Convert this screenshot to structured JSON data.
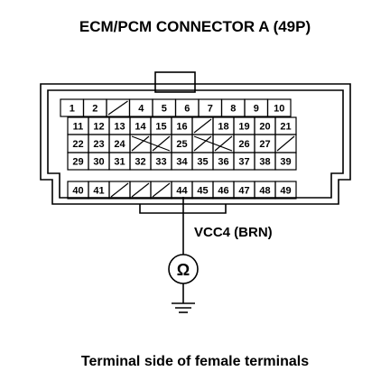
{
  "title": "ECM/PCM CONNECTOR A (49P)",
  "caption": "Terminal side of female terminals",
  "connector": {
    "rows": [
      [
        "1",
        "2",
        "",
        "4",
        "5",
        "6",
        "7",
        "8",
        "9",
        "10"
      ],
      [
        "11",
        "12",
        "13",
        "14",
        "15",
        "16",
        "",
        "18",
        "19",
        "20",
        "21"
      ],
      [
        "22",
        "23",
        "24",
        "",
        "",
        "25",
        "",
        "",
        "26",
        "27",
        ""
      ],
      [
        "29",
        "30",
        "31",
        "32",
        "33",
        "34",
        "35",
        "36",
        "37",
        "38",
        "39"
      ],
      [
        "40",
        "41",
        "",
        "",
        "",
        "44",
        "45",
        "46",
        "47",
        "48",
        "49"
      ]
    ],
    "highlighted_terminal": "44"
  },
  "wire": {
    "label": "VCC4 (BRN)",
    "meter_symbol": "Ω",
    "ground": true
  }
}
